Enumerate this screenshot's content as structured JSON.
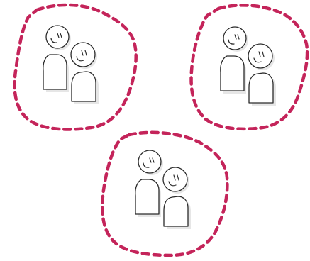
{
  "colors": {
    "boundary": "#c4245a",
    "outline": "#2a2a2a",
    "shadow": "#e6e6e6"
  },
  "groups": [
    {
      "id": "group-top-left",
      "icon": "two-people-icon",
      "members": 2
    },
    {
      "id": "group-top-right",
      "icon": "two-people-icon",
      "members": 2
    },
    {
      "id": "group-bottom",
      "icon": "two-people-icon",
      "members": 2
    }
  ]
}
